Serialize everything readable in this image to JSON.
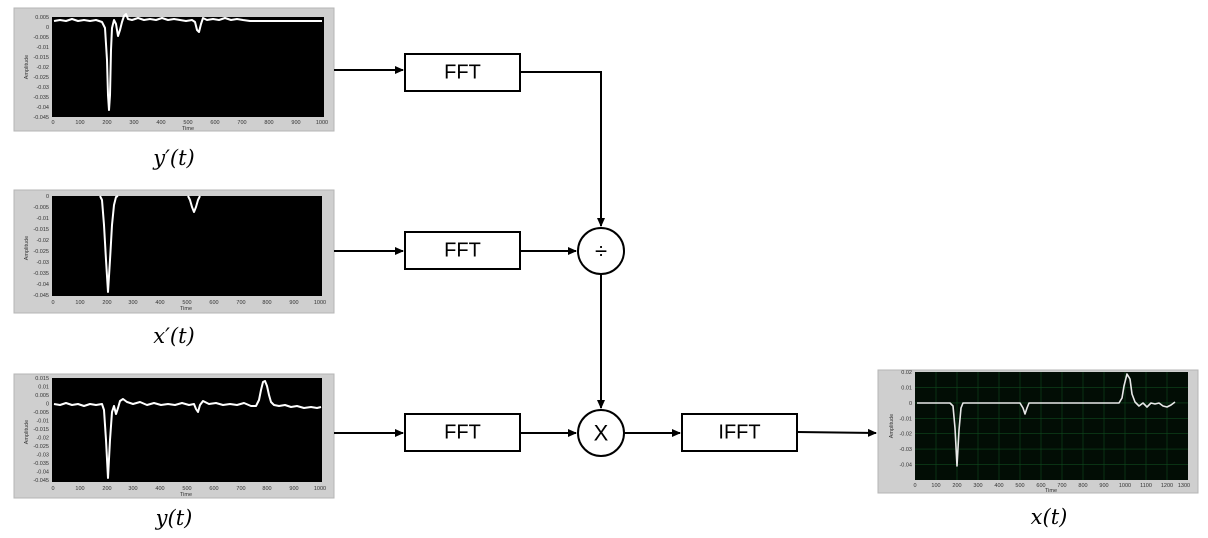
{
  "captions": {
    "y_prime": "y′(t)",
    "x_prime": "x′(t)",
    "y": "y(t)",
    "x": "x(t)"
  },
  "blocks": {
    "fft_1": "FFT",
    "fft_2": "FFT",
    "fft_3": "FFT",
    "ifft": "IFFT"
  },
  "operators": {
    "divide": "÷",
    "multiply": "X"
  },
  "plots": {
    "y_prime": {
      "ylabel": "Amplitude",
      "xlabel": "Time",
      "yticks": [
        "0.005",
        "0",
        "-0.005",
        "-0.01",
        "-0.015",
        "-0.02",
        "-0.025",
        "-0.03",
        "-0.035",
        "-0.04",
        "-0.045"
      ],
      "xticks": [
        "0",
        "100",
        "200",
        "300",
        "400",
        "500",
        "600",
        "700",
        "800",
        "900",
        "1000"
      ]
    },
    "x_prime": {
      "ylabel": "Amplitude",
      "xlabel": "Time",
      "yticks": [
        "0",
        "-0.005",
        "-0.01",
        "-0.015",
        "-0.02",
        "-0.025",
        "-0.03",
        "-0.035",
        "-0.04",
        "-0.045"
      ],
      "xticks": [
        "0",
        "100",
        "200",
        "300",
        "400",
        "500",
        "600",
        "700",
        "800",
        "900",
        "1000"
      ]
    },
    "y": {
      "ylabel": "Amplitude",
      "xlabel": "Time",
      "yticks": [
        "0.015",
        "0.01",
        "0.005",
        "0",
        "-0.005",
        "-0.01",
        "-0.015",
        "-0.02",
        "-0.025",
        "-0.03",
        "-0.035",
        "-0.04",
        "-0.045"
      ],
      "xticks": [
        "0",
        "100",
        "200",
        "300",
        "400",
        "500",
        "600",
        "700",
        "800",
        "900",
        "1000"
      ]
    },
    "x": {
      "ylabel": "Amplitude",
      "xlabel": "Time",
      "yticks": [
        "0.02",
        "0.01",
        "0",
        "-0.01",
        "-0.02",
        "-0.03",
        "-0.04"
      ],
      "xticks": [
        "0",
        "100",
        "200",
        "300",
        "400",
        "500",
        "600",
        "700",
        "800",
        "900",
        "1000",
        "1100",
        "1200",
        "1300"
      ]
    }
  }
}
